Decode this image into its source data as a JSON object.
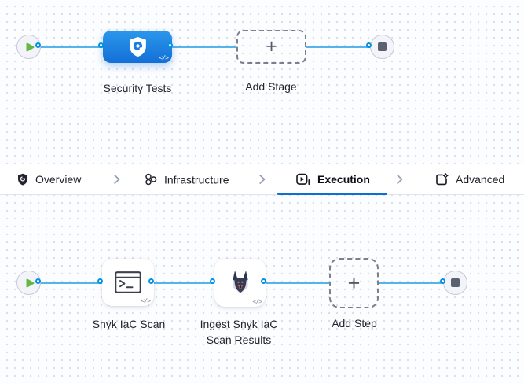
{
  "icons": {
    "plus": "+",
    "code_badge": "</>"
  },
  "stage_pipeline": {
    "stage": {
      "label": "Security Tests"
    },
    "add_stage": {
      "label": "Add Stage"
    }
  },
  "tab_bar": {
    "tabs": [
      {
        "label": "Overview",
        "icon": "shield-icon",
        "active": false
      },
      {
        "label": "Infrastructure",
        "icon": "cluster-icon",
        "active": false
      },
      {
        "label": "Execution",
        "icon": "play-box-icon",
        "active": true
      },
      {
        "label": "Advanced",
        "icon": "file-gear-icon",
        "active": false
      }
    ]
  },
  "step_pipeline": {
    "steps": [
      {
        "label": "Snyk IaC Scan",
        "icon": "terminal-icon"
      },
      {
        "label": "Ingest Snyk IaC Scan Results",
        "icon": "snyk-dog-icon"
      }
    ],
    "add_step": {
      "label": "Add Step"
    }
  },
  "colors": {
    "connector_line": "#55b4e9",
    "connector_point": "#0092e4",
    "stage_blue_top": "#2b97eb",
    "stage_blue_bottom": "#146fd7",
    "active_tab_underline": "#0e6fd2",
    "play_green": "#63b843",
    "stop_gray": "#5c6170"
  }
}
